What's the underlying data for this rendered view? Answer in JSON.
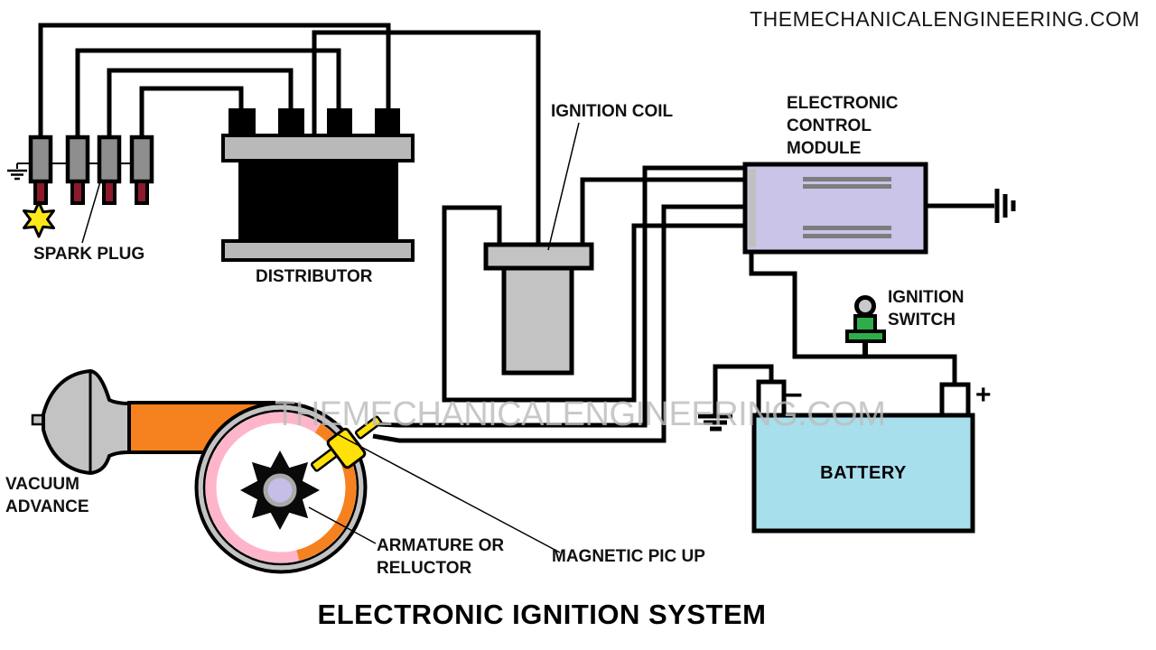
{
  "header": {
    "brand": "THEMECHANICALENGINEERING.COM"
  },
  "watermark": "THEMECHANICALENGINEERING.COM",
  "title": "ELECTRONIC IGNITION SYSTEM",
  "components": {
    "spark_plug": {
      "label": "SPARK PLUG",
      "count": 4
    },
    "distributor": {
      "label": "DISTRIBUTOR",
      "terminals": 4
    },
    "ignition_coil": {
      "label": "IGNITION COIL"
    },
    "ecm": {
      "label": "ELECTRONIC\nCONTROL\nMODULE"
    },
    "ignition_switch": {
      "label": "IGNITION\nSWITCH"
    },
    "battery": {
      "label": "BATTERY",
      "positive_sign": "+",
      "negative_sign": "−"
    },
    "vacuum_advance": {
      "label": "VACUUM\nADVANCE"
    },
    "armature": {
      "label": "ARMATURE OR\nRELUCTOR"
    },
    "magnetic_pickup": {
      "label": "MAGNETIC PIC UP"
    }
  },
  "colors": {
    "wire": "#000000",
    "component-gray": "#c3c3c3",
    "plug-gray": "#8e8e8e",
    "plug-tip": "#8c1a2a",
    "distributor-band": "#b9b9b9",
    "ecm-fill": "#c9c4e8",
    "ecm-strip": "#c0c0c0",
    "ecm-bar": "#7d7d7d",
    "battery-fill": "#a8dfec",
    "switch-green": "#2eae4a",
    "switch-knob": "#c9c9c9",
    "tube-orange": "#f5821f",
    "ring-pink": "#ffb5c9",
    "hub-lavender": "#c6bee6",
    "pickup-yellow": "#ffe10a",
    "star-yellow": "#ffe81a",
    "watermark-gray": "#bdbdbd"
  }
}
